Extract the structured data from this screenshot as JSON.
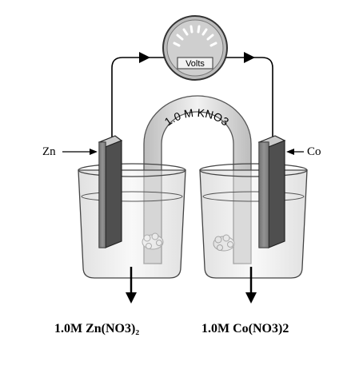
{
  "voltmeter": {
    "label": "Volts"
  },
  "salt_bridge": {
    "label": "1.0 M KNO3"
  },
  "electrodes": {
    "left": {
      "label": "Zn"
    },
    "right": {
      "label": "Co"
    }
  },
  "solutions": {
    "left": {
      "label": "1.0M Zn(NO3)₂"
    },
    "right": {
      "label": "1.0M Co(NO3)2"
    }
  },
  "colors": {
    "electrode_fill": "#8a8a8a",
    "electrode_edge": "#222222",
    "glass": "#d9d9d9",
    "bridge": "#e6e6e6",
    "meter": "#bfbfbf"
  }
}
